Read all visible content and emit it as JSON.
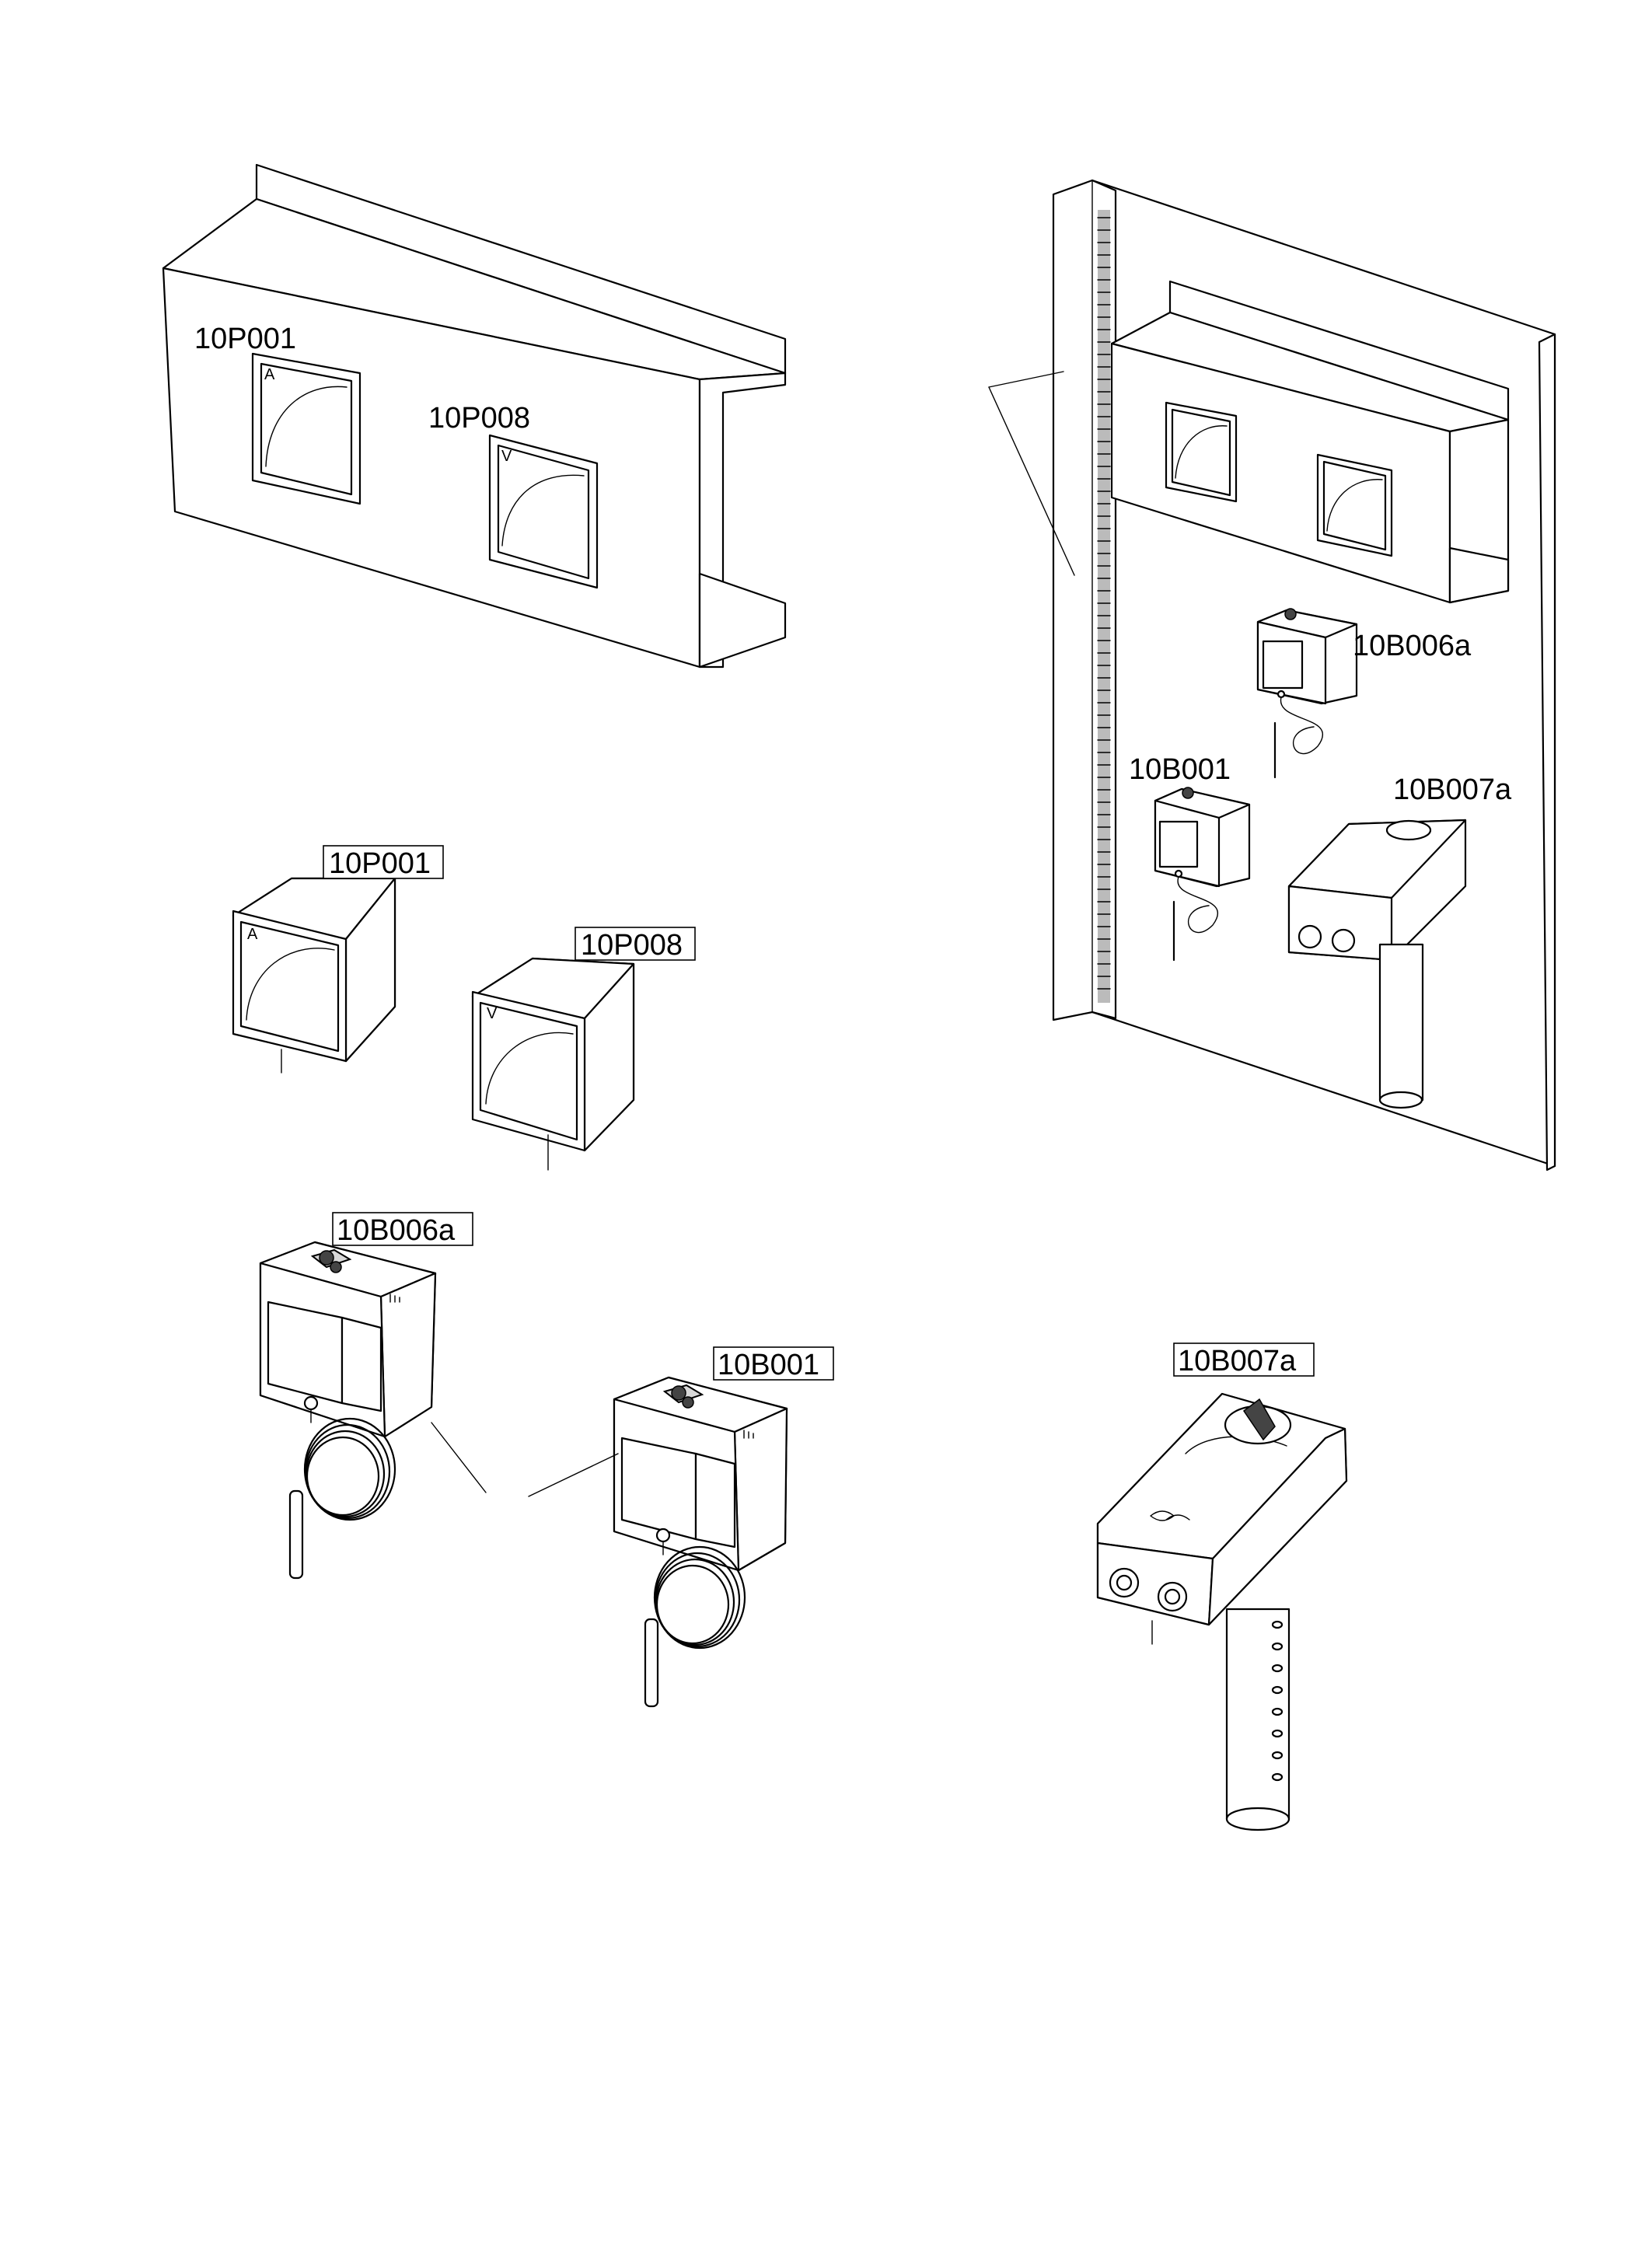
{
  "labels": {
    "rail_ammeter": "10P001",
    "rail_voltmeter": "10P008",
    "ammeter": "10P001",
    "voltmeter": "10P008",
    "thermostat_a": "10B006a",
    "thermostat_b": "10B001",
    "humidistat": "10B007a",
    "panel_thermostat_a": "10B006a",
    "panel_thermostat_b": "10B001",
    "panel_humidistat": "10B007a"
  },
  "meter_glyphs": {
    "ammeter": "A",
    "voltmeter": "V"
  }
}
